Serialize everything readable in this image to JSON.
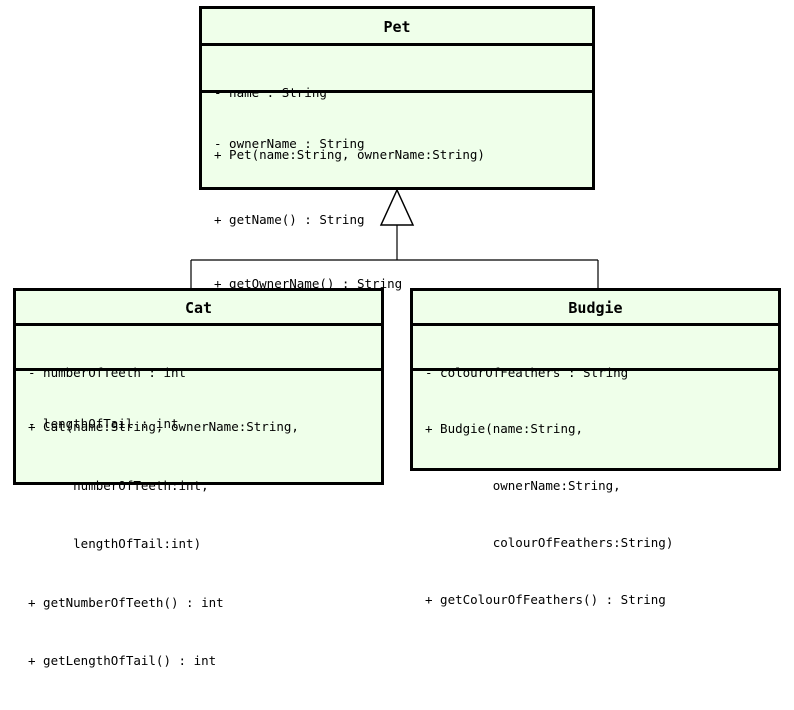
{
  "classes": {
    "pet": {
      "name": "Pet",
      "attributes": [
        "- name : String",
        "- ownerName : String"
      ],
      "operations": [
        "+ Pet(name:String, ownerName:String)",
        "+ getName() : String",
        "+ getOwnerName() : String"
      ]
    },
    "cat": {
      "name": "Cat",
      "attributes": [
        "- numberOfTeeth : int",
        "- lengthOfTail : int"
      ],
      "operations": [
        "+ Cat(name:String, ownerName:String,",
        "      numberOfTeeth:int,",
        "      lengthOfTail:int)",
        "+ getNumberOfTeeth() : int",
        "+ getLengthOfTail() : int"
      ]
    },
    "budgie": {
      "name": "Budgie",
      "attributes": [
        "- colourOfFeathers : String"
      ],
      "operations": [
        "+ Budgie(name:String,",
        "         ownerName:String,",
        "         colourOfFeathers:String)",
        "+ getColourOfFeathers() : String"
      ]
    }
  },
  "relationships": [
    {
      "type": "generalization",
      "from": "Cat",
      "to": "Pet"
    },
    {
      "type": "generalization",
      "from": "Budgie",
      "to": "Pet"
    }
  ],
  "colors": {
    "class_fill": "#efffea",
    "border": "#000000"
  }
}
